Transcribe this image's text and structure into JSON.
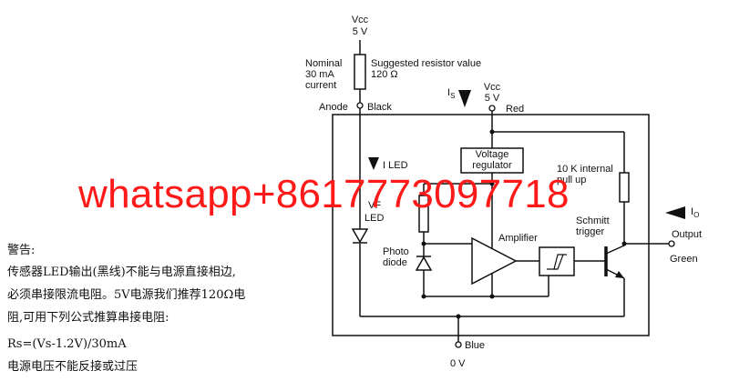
{
  "labels": {
    "vcc_top": "Vcc",
    "v5_top": "5 V",
    "nominal": "Nominal\n30 mA\ncurrent",
    "suggested": "Suggested resistor value\n120 Ω",
    "anode": "Anode",
    "black": "Black",
    "is_label": "I",
    "is_sub": "S",
    "vcc_right": "Vcc",
    "v5_right": "5 V",
    "red": "Red",
    "voltage_regulator": "Voltage\nregulator",
    "i_led": "I LED",
    "vf": "VF",
    "led": "LED",
    "pullup": "10 K internal\npull up",
    "io_label": "I",
    "io_sub": "O",
    "schmitt": "Schmitt\ntrigger",
    "amplifier": "Amplifier",
    "photodiode": "Photo\ndiode",
    "output": "Output",
    "green": "Green",
    "blue": "Blue",
    "zero_v": "0 V"
  },
  "note": {
    "line1": "警告:",
    "line2": "传感器LED输出(黑线)不能与电源直接相边,",
    "line3": "必须串接限流电阻。5V电源我们推荐120Ω电",
    "line4": "阻,可用下列公式推算串接电阻:",
    "line5": "Rs=(Vs-1.2V)/30mA",
    "line6": "电源电压不能反接或过压"
  },
  "watermark": "whatsapp+8617773097718",
  "colors": {
    "ink": "#111111",
    "watermark": "#ff1a1a",
    "background": "#ffffff"
  }
}
